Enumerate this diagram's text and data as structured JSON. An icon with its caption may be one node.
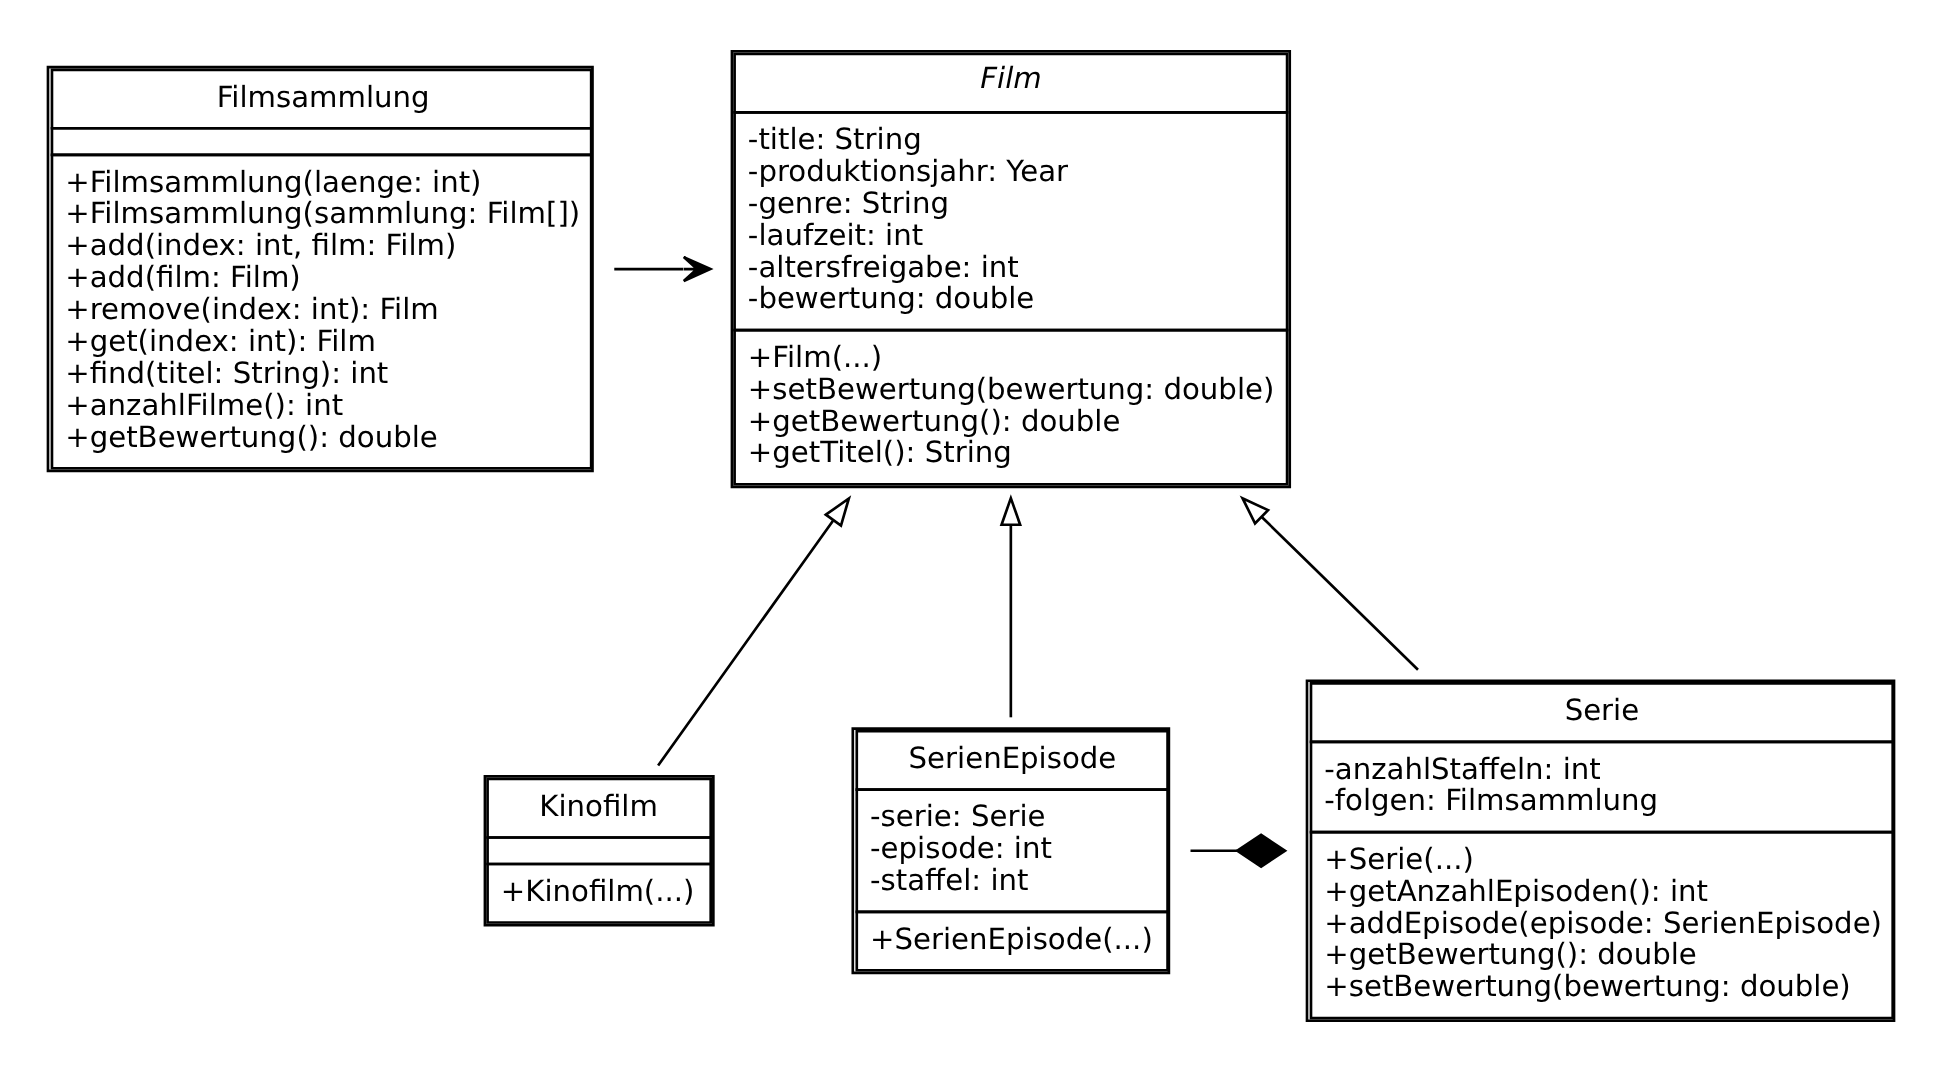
{
  "diagram": {
    "nodes": [
      {
        "text": [
          "Filmsammlung",
          "+Filmsammlung(laenge: int)",
          "+Filmsammlung(sammlung: Film[])",
          "+add(index: int, film: Film)",
          "+add(film: Film)",
          "+remove(index: int): Film",
          "+get(index: int): Film",
          "+find(titel: String): int",
          "+anzahlFilme(): int",
          "+getBewertung(): double"
        ]
      },
      {
        "text": [
          "Film",
          "-title: String",
          "-produktionsjahr: Year",
          "-genre: String",
          "-laufzeit: int",
          "-altersfreigabe: int",
          "-bewertung: double",
          "+Film(...)",
          "+setBewertung(bewertung: double)",
          "+getBewertung(): double",
          "+getTitel(): String"
        ]
      },
      {
        "text": [
          "Kinofilm",
          "+Kinofilm(...)"
        ]
      },
      {
        "text": [
          "Serie",
          "-anzahlStaffeln: int",
          "-folgen: Filmsammlung",
          "+Serie(...)",
          "+getAnzahlEpisoden(): int",
          "+addEpisode(episode: SerienEpisode)",
          "+getBewertung(): double",
          "+setBewertung(bewertung: double)"
        ]
      },
      {
        "text": [
          "SerienEpisode",
          "-serie: Serie",
          "-episode: int",
          "-staffel: int",
          "+SerienEpisode(...)"
        ]
      }
    ],
    "edges": [
      {
        "from": 0,
        "to": 1,
        "arrow": "to"
      },
      {
        "from": 2,
        "to": 1,
        "arrow": "to"
      },
      {
        "from": 3,
        "to": 1,
        "arrow": "to"
      },
      {
        "from": 4,
        "to": 1,
        "arrow": "to"
      },
      {
        "from": 4,
        "to": 3,
        "arrow": "other"
      }
    ]
  }
}
